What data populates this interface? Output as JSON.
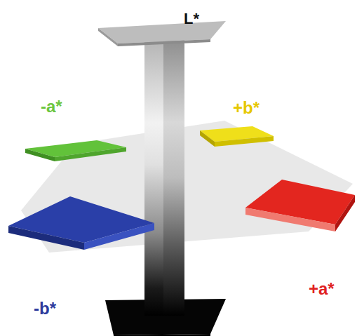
{
  "diagram": {
    "labels": [
      "L*",
      "-a*",
      "+b*",
      "+a*",
      "-b*"
    ]
  }
}
